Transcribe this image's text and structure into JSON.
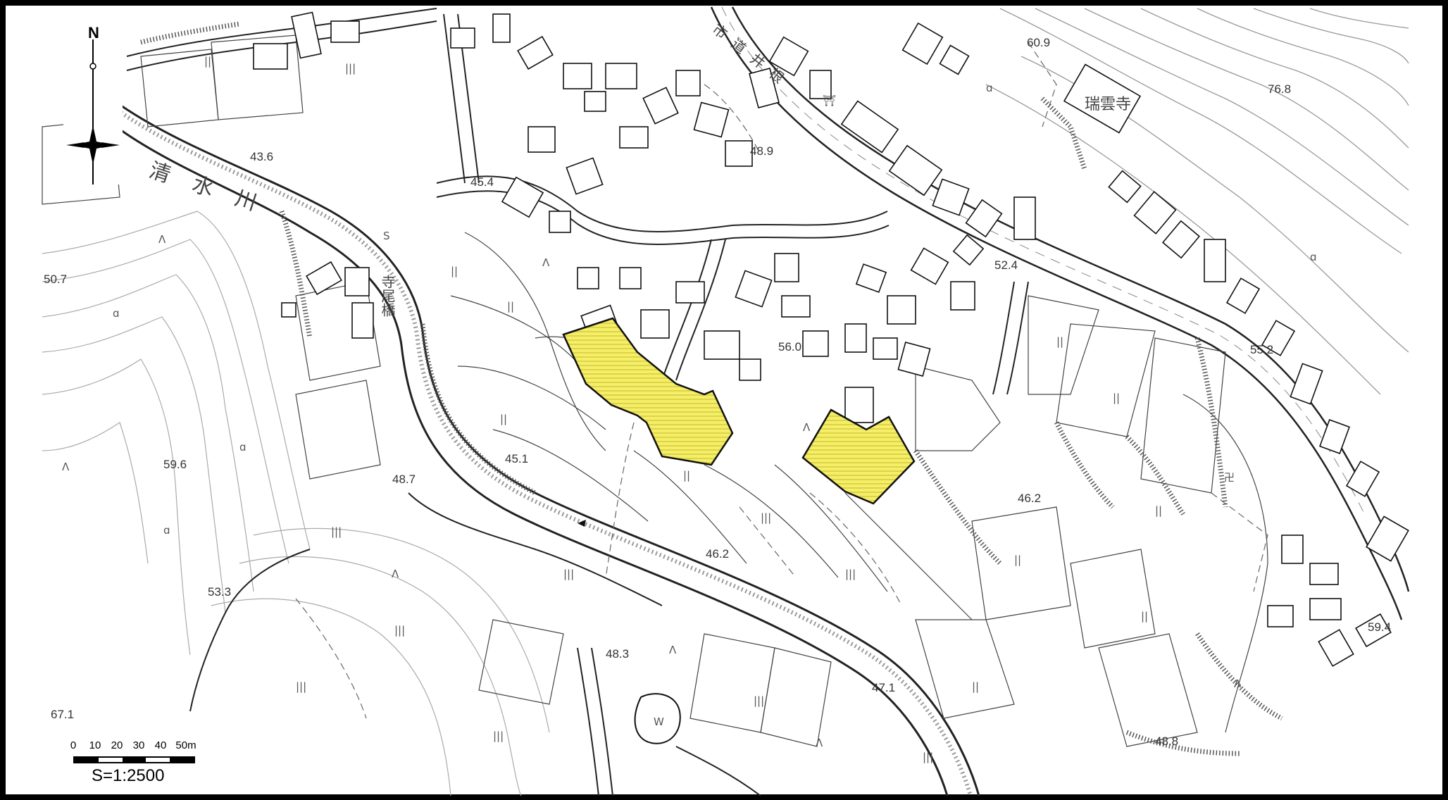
{
  "map": {
    "north_label": "N",
    "scale_ticks": [
      "0",
      "10",
      "20",
      "30",
      "40",
      "50m"
    ],
    "scale_ratio": "S=1:2500",
    "river_name": "清水川",
    "road_name": "市道井根",
    "temple_name": "瑞雲寺",
    "bridge_name": "寺尾橋",
    "elevations": [
      "43.6",
      "45.4",
      "48.9",
      "60.9",
      "76.8",
      "50.7",
      "52.4",
      "56.0",
      "55.2",
      "59.6",
      "45.1",
      "48.7",
      "46.2",
      "46.2",
      "53.3",
      "48.3",
      "47.1",
      "48.8",
      "67.1",
      "59.4"
    ],
    "symbols": {
      "rice_field": "||",
      "field": "|||",
      "grass": "Λ",
      "orchard": "ɑ",
      "shrine": "⛩",
      "temple": "卍",
      "water_tank": "W",
      "substation": "S"
    },
    "highlight_color": "#f4ee6a",
    "highlight_stripe": "#d9cc2a"
  }
}
